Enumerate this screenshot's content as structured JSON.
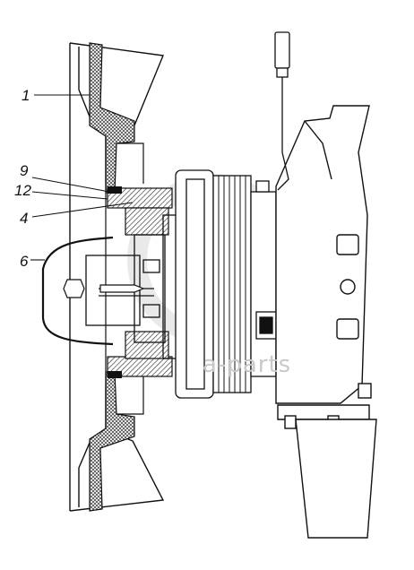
{
  "callouts": [
    {
      "id": "1",
      "label": "1"
    },
    {
      "id": "9",
      "label": "9"
    },
    {
      "id": "12",
      "label": "12"
    },
    {
      "id": "4",
      "label": "4"
    },
    {
      "id": "6",
      "label": "6"
    }
  ],
  "watermark": {
    "text": "a-parts"
  },
  "colors": {
    "ink": "#111111",
    "hatch": "#444444",
    "watermark": "#d0d0d0"
  }
}
